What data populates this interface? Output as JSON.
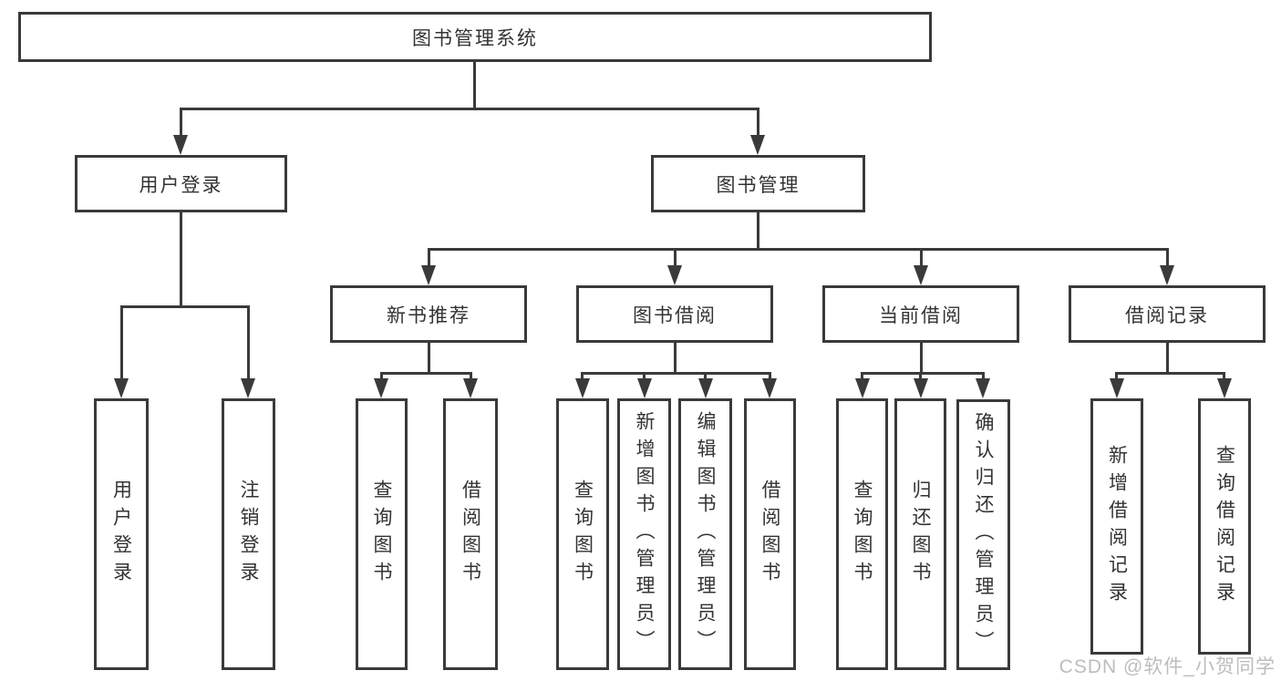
{
  "diagram": {
    "title": "图书管理系统",
    "watermark": "CSDN @软件_小贺同学",
    "colors": {
      "line": "#3a3a3a",
      "text": "#333333",
      "box_background": "#ffffff",
      "watermark": "#bdbdbd"
    },
    "nodes": {
      "root": {
        "label": "图书管理系统"
      },
      "user_login": {
        "label": "用户登录"
      },
      "book_mgmt": {
        "label": "图书管理"
      },
      "new_book_rec": {
        "label": "新书推荐"
      },
      "book_borrow": {
        "label": "图书借阅"
      },
      "current_borrow": {
        "label": "当前借阅"
      },
      "borrow_records": {
        "label": "借阅记录"
      },
      "leaf_user_login": {
        "label": "用户登录"
      },
      "leaf_logout": {
        "label": "注销登录"
      },
      "leaf_nb_query": {
        "label": "查询图书"
      },
      "leaf_nb_borrow": {
        "label": "借阅图书"
      },
      "leaf_bb_query": {
        "label": "查询图书"
      },
      "leaf_bb_add": {
        "label": "新增图书（管理员）"
      },
      "leaf_bb_edit": {
        "label": "编辑图书（管理员）"
      },
      "leaf_bb_borrow": {
        "label": "借阅图书"
      },
      "leaf_cb_query": {
        "label": "查询图书"
      },
      "leaf_cb_return": {
        "label": "归还图书"
      },
      "leaf_cb_confirm": {
        "label": "确认归还（管理员）"
      },
      "leaf_br_add": {
        "label": "新增借阅记录"
      },
      "leaf_br_query": {
        "label": "查询借阅记录"
      }
    },
    "hierarchy": {
      "root": [
        "user_login",
        "book_mgmt"
      ],
      "user_login": [
        "leaf_user_login",
        "leaf_logout"
      ],
      "book_mgmt": [
        "new_book_rec",
        "book_borrow",
        "current_borrow",
        "borrow_records"
      ],
      "new_book_rec": [
        "leaf_nb_query",
        "leaf_nb_borrow"
      ],
      "book_borrow": [
        "leaf_bb_query",
        "leaf_bb_add",
        "leaf_bb_edit",
        "leaf_bb_borrow"
      ],
      "current_borrow": [
        "leaf_cb_query",
        "leaf_cb_return",
        "leaf_cb_confirm"
      ],
      "borrow_records": [
        "leaf_br_add",
        "leaf_br_query"
      ]
    }
  }
}
